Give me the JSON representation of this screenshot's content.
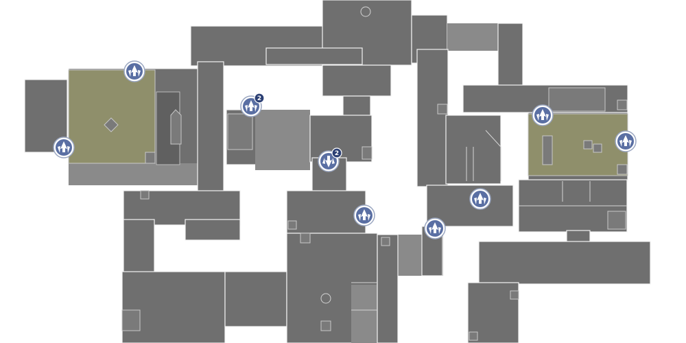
{
  "map": {
    "colors": {
      "floor": "#6f6f6f",
      "site": "#8f8f6b",
      "marker": "#5a6fa3",
      "badge": "#2b3f74",
      "background": "#ffffff"
    },
    "markers": [
      {
        "id": "m1",
        "icon": "ability-marker-icon",
        "badge": ""
      },
      {
        "id": "m2",
        "icon": "ability-marker-icon",
        "badge": ""
      },
      {
        "id": "m3",
        "icon": "ability-marker-icon",
        "badge": "2"
      },
      {
        "id": "m4",
        "icon": "ability-marker-down-icon",
        "badge": "2"
      },
      {
        "id": "m5",
        "icon": "ability-marker-icon",
        "badge": ""
      },
      {
        "id": "m6",
        "icon": "ability-marker-icon",
        "badge": ""
      },
      {
        "id": "m7",
        "icon": "ability-marker-icon",
        "badge": ""
      },
      {
        "id": "m8",
        "icon": "ability-marker-icon",
        "badge": ""
      },
      {
        "id": "m9",
        "icon": "ability-marker-icon",
        "badge": ""
      }
    ]
  }
}
